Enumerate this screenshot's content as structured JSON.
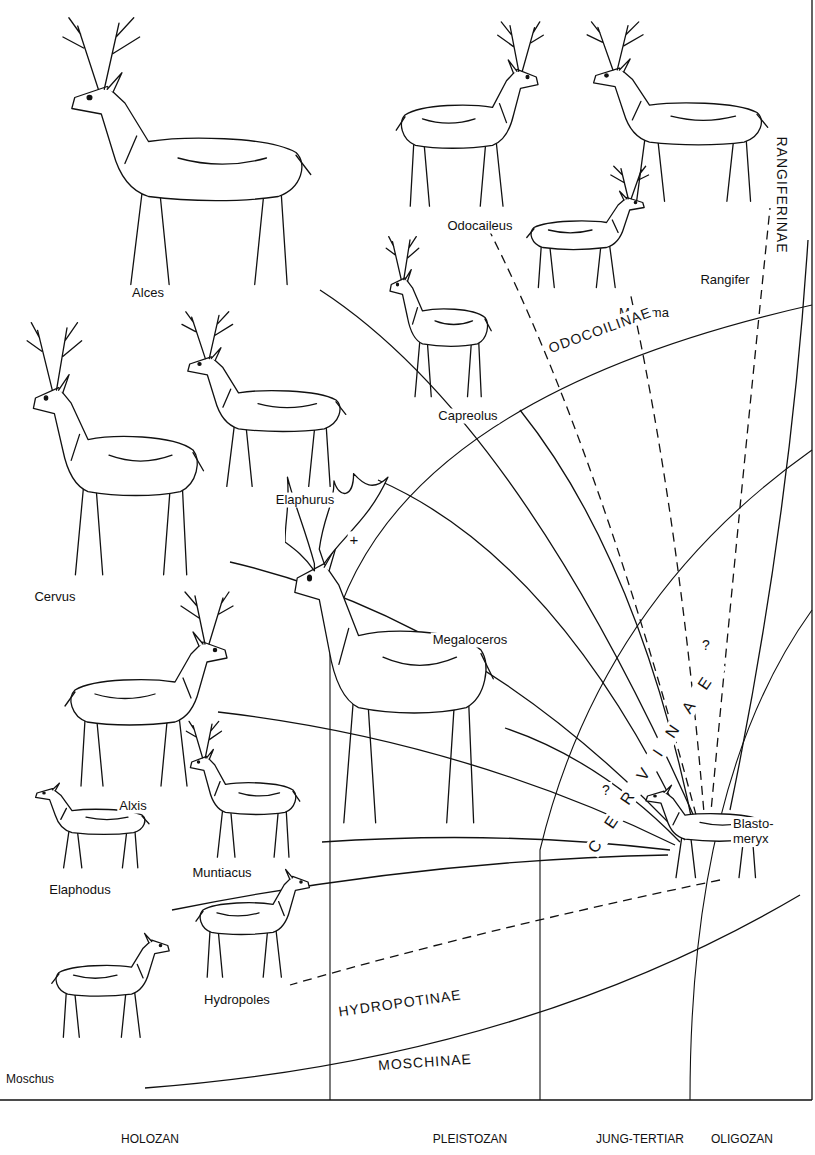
{
  "diagram": {
    "labels": [
      "Alces",
      "Odocaileus",
      "Rangifer",
      "Mazama",
      "Capreolus",
      "ODOCOILINAE",
      "RANGIFERINAE",
      "Elaphurus",
      "Cervus",
      "Megaloceros",
      "+",
      "CERVINAE",
      "?",
      "?",
      "Blasto- meryx",
      "Alxis",
      "Muntiacus",
      "Elaphodus",
      "HYDROPOTINAE",
      "MOSCHINAE",
      "Hydropoles",
      "Moschus",
      "HOLOZAN",
      "PLEISTOZAN",
      "JUNG-TERTIAR",
      "OLIGOZAN"
    ]
  }
}
